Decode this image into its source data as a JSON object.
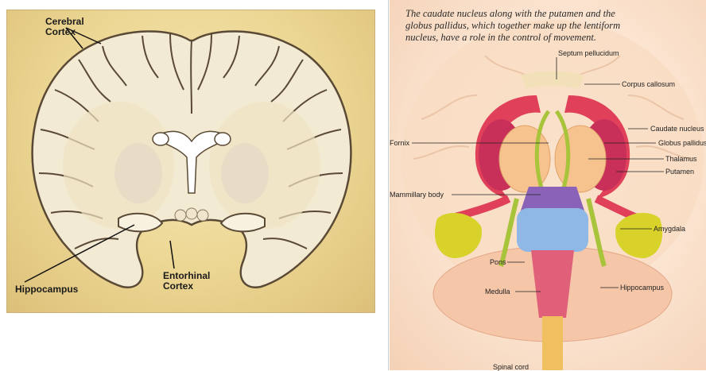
{
  "coronal_section": {
    "labels": {
      "cerebral_cortex": "Cerebral\nCortex",
      "hippocampus": "Hippocampus",
      "entorhinal_cortex": "Entorhinal\nCortex"
    },
    "colors": {
      "background": "#ecd693",
      "tissue": "#f3ead4",
      "outline": "#5a4a35"
    }
  },
  "basal_ganglia": {
    "caption": "The caudate nucleus along with the putamen and the globus pallidus, which together make up the lentiform nucleus, have a role in the control of movement.",
    "labels": {
      "septum_pellucidum": "Septum pellucidum",
      "corpus_callosum": "Corpus callosum",
      "caudate_nucleus": "Caudate nucleus",
      "globus_pallidus": "Globus pallidus",
      "thalamus": "Thalamus",
      "putamen": "Putamen",
      "fornix": "Fornix",
      "mammillary_body": "Mammillary body",
      "amygdala": "Amygdala",
      "pons": "Pons",
      "medulla": "Medulla",
      "hippocampus": "Hippocampus",
      "spinal_cord": "Spinal cord"
    },
    "colors": {
      "caudate": "#e0405a",
      "thalamus": "#f6c28e",
      "fornix": "#a8c43a",
      "amygdala": "#d8d22a",
      "pons": "#8fb8e6",
      "midbrain": "#8a62b8",
      "medulla": "#e0607a",
      "spinal_cord": "#f0c060"
    }
  }
}
